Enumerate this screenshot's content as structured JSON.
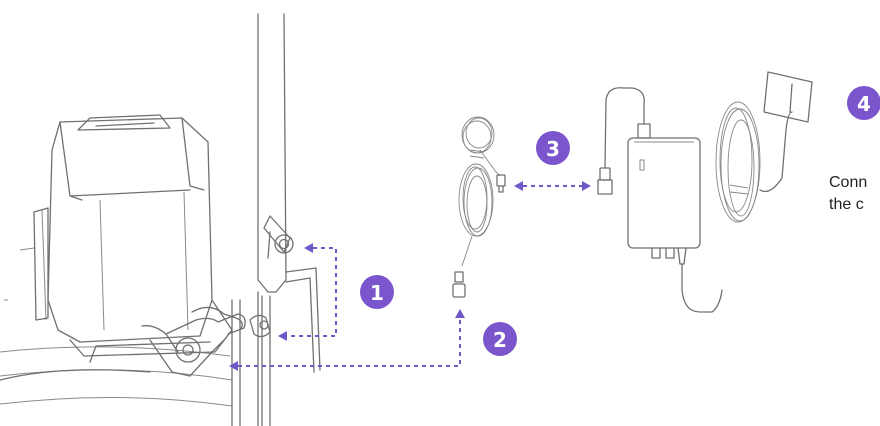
{
  "steps": [
    {
      "number": "1"
    },
    {
      "number": "2"
    },
    {
      "number": "3"
    },
    {
      "number": "4",
      "caption": "Conn\nthe c"
    }
  ],
  "colors": {
    "accent": "#7a55cc",
    "dash": "#7058c8",
    "line": "#707070"
  }
}
